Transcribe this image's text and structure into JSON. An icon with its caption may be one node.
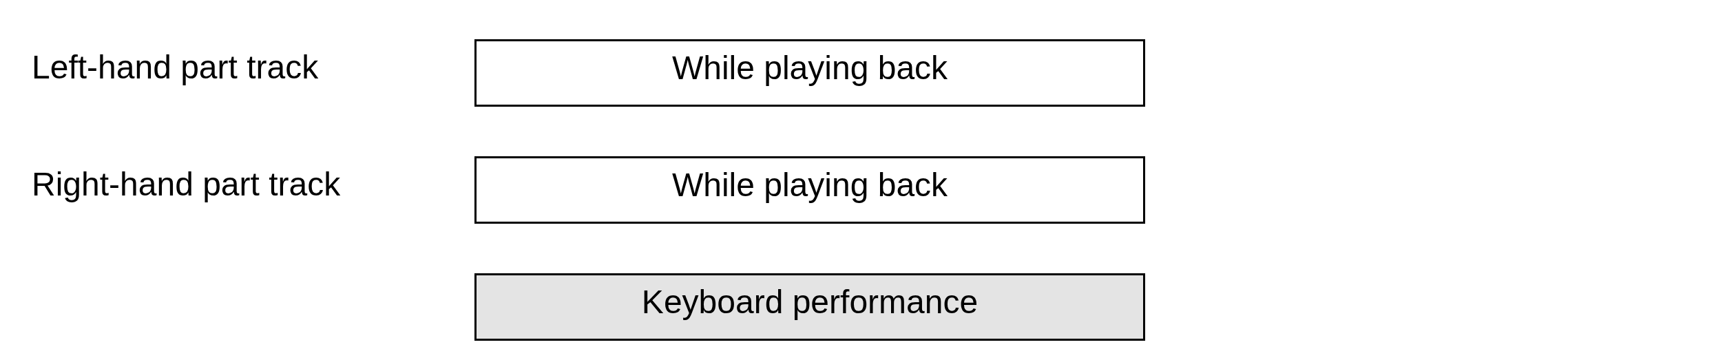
{
  "diagram": {
    "nodes": [
      {
        "text": [
          "While playing back"
        ]
      },
      {
        "text": [
          "While playing back"
        ]
      },
      {
        "text": [
          "Keyboard performance"
        ]
      }
    ],
    "labels": [
      "Left-hand part track",
      "Right-hand part track"
    ]
  }
}
